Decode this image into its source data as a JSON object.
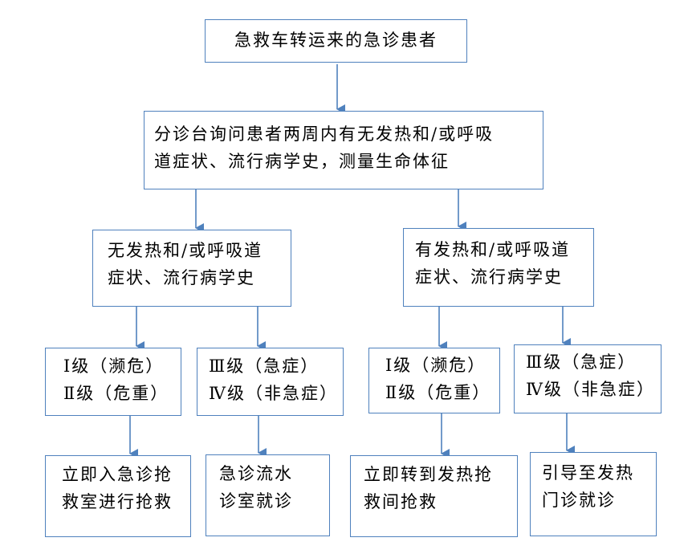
{
  "nodes": {
    "start": [
      "急救车转运来的急诊患者"
    ],
    "triage": [
      "分诊台询问患者两周内有无发热和/或呼吸",
      "道症状、流行病学史，测量生命体征"
    ],
    "no_fever": [
      "无发热和/或呼吸道",
      "症状、流行病学史"
    ],
    "fever": [
      "有发热和/或呼吸道",
      "症状、流行病学史"
    ],
    "l_level12": [
      "Ⅰ级（濒危）",
      "Ⅱ级（危重）"
    ],
    "l_level34": [
      "Ⅲ级（急症）",
      "Ⅳ级（非急症）"
    ],
    "r_level12": [
      "Ⅰ级（濒危）",
      "Ⅱ级（危重）"
    ],
    "r_level34": [
      "Ⅲ级（急症）",
      "Ⅳ级（非急症）"
    ],
    "l_rescue": [
      "立即入急诊抢",
      "救室进行抢救"
    ],
    "l_flow": [
      "急诊流水",
      "诊室就诊"
    ],
    "r_rescue": [
      "立即转到发热抢",
      "救间抢救"
    ],
    "r_clinic": [
      "引导至发热",
      "门诊就诊"
    ]
  },
  "colors": {
    "border": "#4f81bd",
    "arrow": "#4f81bd",
    "text": "#000000"
  }
}
